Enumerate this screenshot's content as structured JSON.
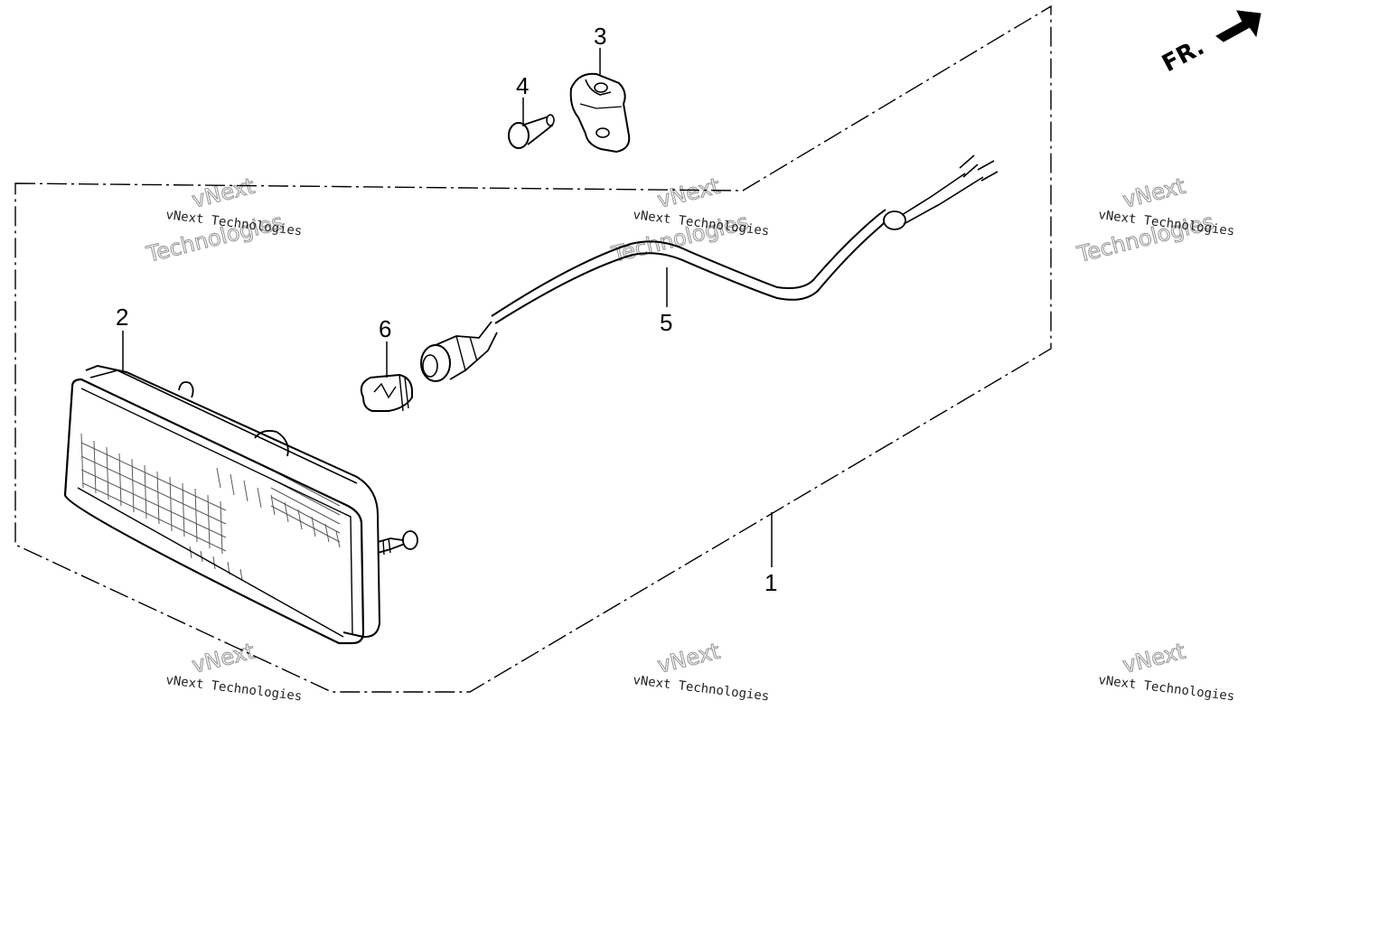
{
  "callouts": {
    "c1": "1",
    "c2": "2",
    "c3": "3",
    "c4": "4",
    "c5": "5",
    "c6": "6"
  },
  "direction": {
    "label": "FR."
  },
  "watermark": {
    "line1": "vNext Technologies",
    "line2": "vNext",
    "line3": "Technologies"
  }
}
